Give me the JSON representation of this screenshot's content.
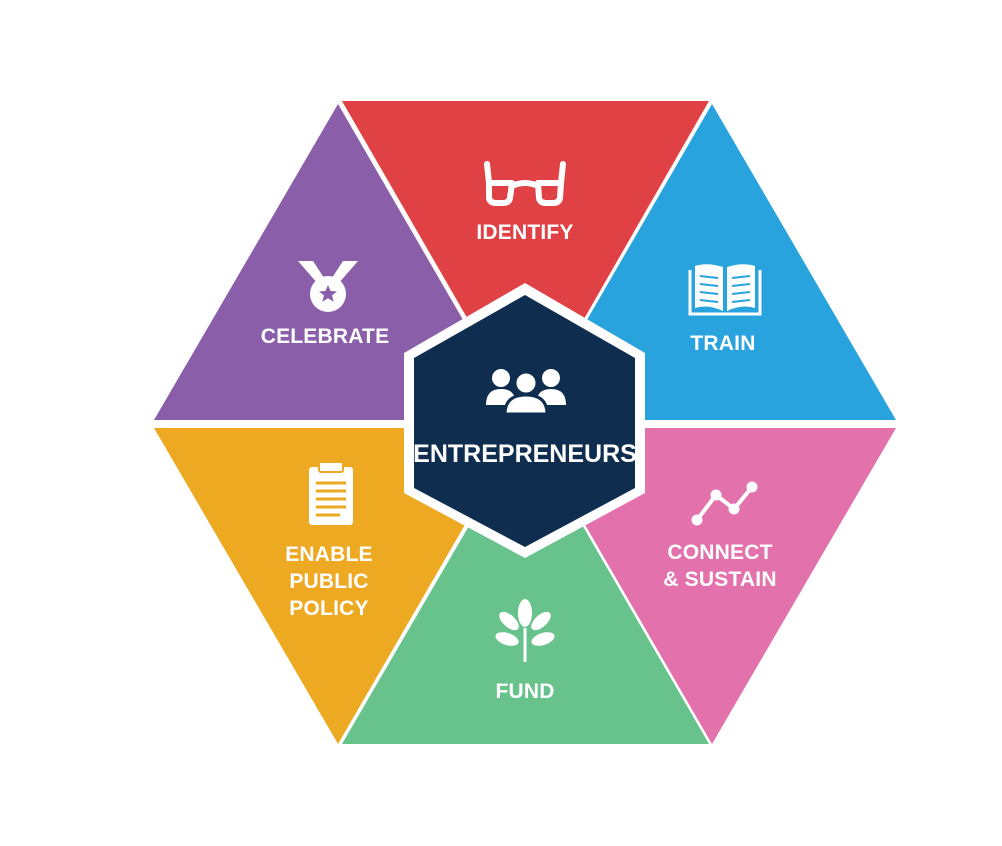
{
  "center": {
    "label": "ENTREPRENEURS",
    "icon": "people-group-icon",
    "color": "#0f2d4f"
  },
  "segments": [
    {
      "id": "identify",
      "lines": [
        "IDENTIFY"
      ],
      "icon": "glasses-icon",
      "color": "#e04145"
    },
    {
      "id": "train",
      "lines": [
        "TRAIN"
      ],
      "icon": "open-book-icon",
      "color": "#29a3de"
    },
    {
      "id": "connect-sustain",
      "lines": [
        "CONNECT",
        "& SUSTAIN"
      ],
      "icon": "line-chart-icon",
      "color": "#e271ac"
    },
    {
      "id": "fund",
      "lines": [
        "FUND"
      ],
      "icon": "sprout-icon",
      "color": "#67c28c"
    },
    {
      "id": "enable-public-policy",
      "lines": [
        "ENABLE",
        "PUBLIC",
        "POLICY"
      ],
      "icon": "clipboard-icon",
      "color": "#eea923"
    },
    {
      "id": "celebrate",
      "lines": [
        "CELEBRATE"
      ],
      "icon": "medal-icon",
      "color": "#8a5ea8"
    }
  ]
}
